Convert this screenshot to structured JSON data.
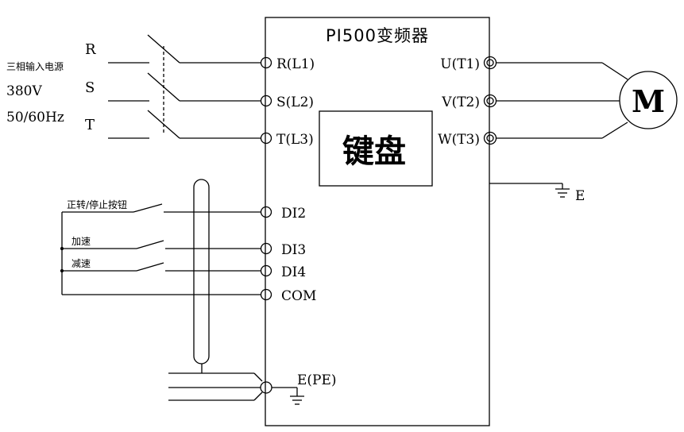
{
  "title": "PI500变频器",
  "keypad_label": "键盘",
  "supply": {
    "line1": "三相输入电源",
    "line2": "380V",
    "line3": "50/60Hz",
    "phases": [
      "R",
      "S",
      "T"
    ]
  },
  "input_terminals": [
    "R(L1)",
    "S(L2)",
    "T(L3)"
  ],
  "output_terminals": [
    "U(T1)",
    "V(T2)",
    "W(T3)"
  ],
  "motor_label": "M",
  "output_ground_label": "E",
  "control": {
    "switch_labels": [
      "正转/停止按钮",
      "加速",
      "减速"
    ],
    "terminals": [
      "DI2",
      "DI3",
      "DI4",
      "COM"
    ],
    "pe_label": "E(PE)"
  }
}
